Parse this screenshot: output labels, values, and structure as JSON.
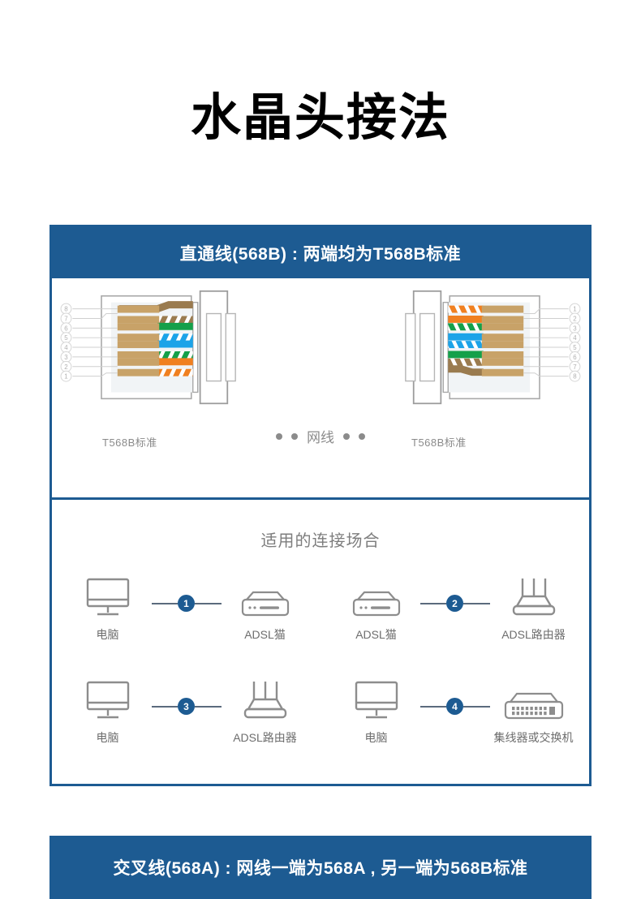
{
  "page": {
    "title": "水晶头接法",
    "accent_blue": "#1d5b92",
    "gray_text": "#7d7d7d"
  },
  "straight_through": {
    "header": "直通线(568B) : 两端均为T568B标准",
    "cable_label": "网线",
    "left_connector": {
      "caption": "T568B标准",
      "pin_order_top_to_bottom": [
        8,
        7,
        6,
        5,
        4,
        3,
        2,
        1
      ],
      "wires_top_to_bottom": [
        {
          "pin": 8,
          "name": "brown",
          "color": "#9a7b4f",
          "striped": false
        },
        {
          "pin": 7,
          "name": "brown-white",
          "color": "#9a7b4f",
          "striped": true
        },
        {
          "pin": 6,
          "name": "green",
          "color": "#14a04a",
          "striped": false
        },
        {
          "pin": 5,
          "name": "blue-white",
          "color": "#1ca3e8",
          "striped": true
        },
        {
          "pin": 4,
          "name": "blue",
          "color": "#1ca3e8",
          "striped": false
        },
        {
          "pin": 3,
          "name": "green-white",
          "color": "#14a04a",
          "striped": true
        },
        {
          "pin": 2,
          "name": "orange",
          "color": "#f08020",
          "striped": false
        },
        {
          "pin": 1,
          "name": "orange-white",
          "color": "#f08020",
          "striped": true
        }
      ]
    },
    "right_connector": {
      "caption": "T568B标准",
      "pin_order_top_to_bottom": [
        1,
        2,
        3,
        4,
        5,
        6,
        7,
        8
      ],
      "wires_top_to_bottom": [
        {
          "pin": 1,
          "name": "orange-white",
          "color": "#f08020",
          "striped": true
        },
        {
          "pin": 2,
          "name": "orange",
          "color": "#f08020",
          "striped": false
        },
        {
          "pin": 3,
          "name": "green-white",
          "color": "#14a04a",
          "striped": true
        },
        {
          "pin": 4,
          "name": "blue",
          "color": "#1ca3e8",
          "striped": false
        },
        {
          "pin": 5,
          "name": "blue-white",
          "color": "#1ca3e8",
          "striped": true
        },
        {
          "pin": 6,
          "name": "green",
          "color": "#14a04a",
          "striped": false
        },
        {
          "pin": 7,
          "name": "brown-white",
          "color": "#9a7b4f",
          "striped": true
        },
        {
          "pin": 8,
          "name": "brown",
          "color": "#9a7b4f",
          "striped": false
        }
      ]
    }
  },
  "scenarios": {
    "title": "适用的连接场合",
    "pairs": [
      {
        "number": "1",
        "left": {
          "label": "电脑",
          "icon": "computer-monitor-icon"
        },
        "right": {
          "label": "ADSL猫",
          "icon": "modem-icon"
        }
      },
      {
        "number": "2",
        "left": {
          "label": "ADSL猫",
          "icon": "modem-icon"
        },
        "right": {
          "label": "ADSL路由器",
          "icon": "router-icon"
        }
      },
      {
        "number": "3",
        "left": {
          "label": "电脑",
          "icon": "computer-monitor-icon"
        },
        "right": {
          "label": "ADSL路由器",
          "icon": "router-icon"
        }
      },
      {
        "number": "4",
        "left": {
          "label": "电脑",
          "icon": "computer-monitor-icon"
        },
        "right": {
          "label": "集线器或交换机",
          "icon": "switch-icon"
        }
      }
    ]
  },
  "crossover": {
    "header": "交叉线(568A) : 网线一端为568A , 另一端为568B标准"
  }
}
